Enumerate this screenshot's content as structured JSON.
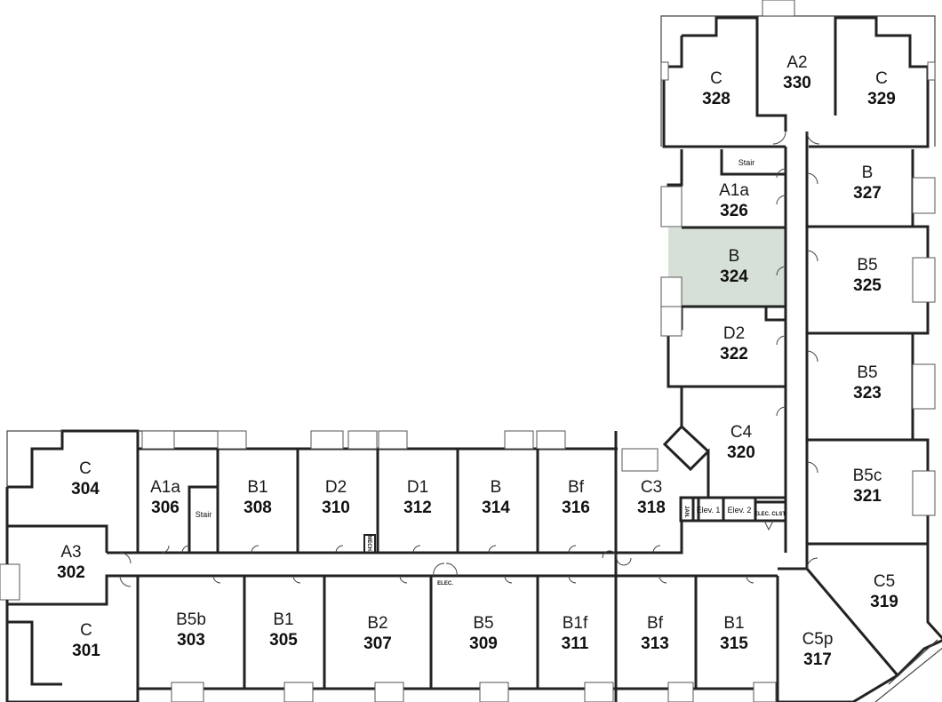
{
  "highlight_color": "#d6e0d6",
  "wall_color": "#222222",
  "units": [
    {
      "number": "328",
      "type": "C"
    },
    {
      "number": "330",
      "type": "A2"
    },
    {
      "number": "329",
      "type": "C"
    },
    {
      "number": "327",
      "type": "B"
    },
    {
      "number": "326",
      "type": "A1a"
    },
    {
      "number": "324",
      "type": "B",
      "highlighted": true
    },
    {
      "number": "325",
      "type": "B5"
    },
    {
      "number": "322",
      "type": "D2"
    },
    {
      "number": "323",
      "type": "B5"
    },
    {
      "number": "320",
      "type": "C4"
    },
    {
      "number": "321",
      "type": "B5c"
    },
    {
      "number": "319",
      "type": "C5"
    },
    {
      "number": "317",
      "type": "C5p"
    },
    {
      "number": "315",
      "type": "B1"
    },
    {
      "number": "313",
      "type": "Bf"
    },
    {
      "number": "311",
      "type": "B1f"
    },
    {
      "number": "309",
      "type": "B5"
    },
    {
      "number": "307",
      "type": "B2"
    },
    {
      "number": "305",
      "type": "B1"
    },
    {
      "number": "303",
      "type": "B5b"
    },
    {
      "number": "301",
      "type": "C"
    },
    {
      "number": "302",
      "type": "A3"
    },
    {
      "number": "304",
      "type": "C"
    },
    {
      "number": "306",
      "type": "A1a"
    },
    {
      "number": "308",
      "type": "B1"
    },
    {
      "number": "310",
      "type": "D2"
    },
    {
      "number": "312",
      "type": "D1"
    },
    {
      "number": "314",
      "type": "B"
    },
    {
      "number": "316",
      "type": "Bf"
    },
    {
      "number": "318",
      "type": "C3"
    }
  ],
  "service": {
    "stair_top": "Stair",
    "stair_left": "Stair",
    "elev1": "Elev. 1",
    "elev2": "Elev. 2",
    "elec_closet": "ELEC. CLST.",
    "elec": "ELEC.",
    "mech": "MECH.",
    "janitor": "JAN."
  }
}
